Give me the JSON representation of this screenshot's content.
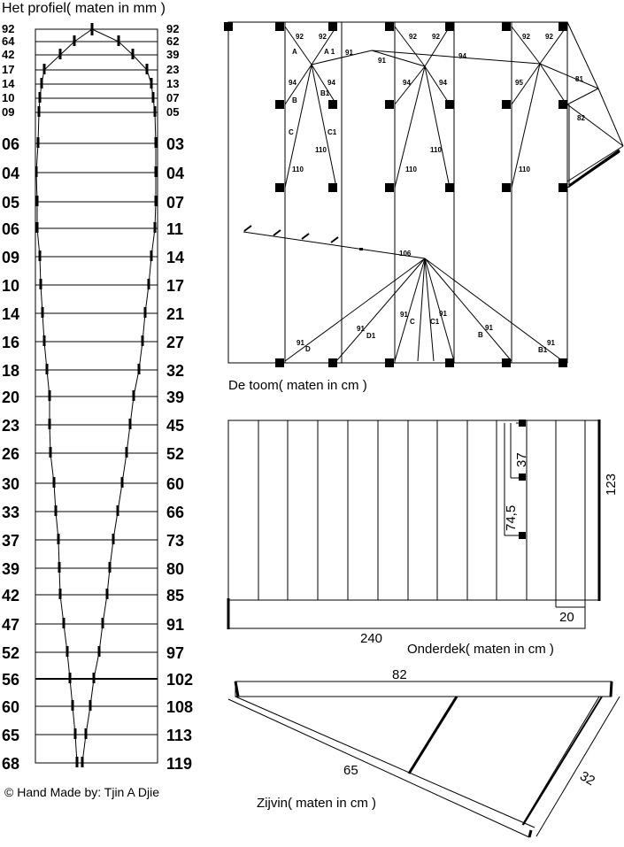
{
  "titles": {
    "profile": "Het profiel( maten in mm )",
    "toom": "De toom( maten in cm )",
    "onderdek": "Onderdek( maten in cm )",
    "zijvin": "Zijvin( maten in cm )",
    "credit": "© Hand Made by: Tjin A Djie"
  },
  "profile": {
    "left": [
      "92",
      "64",
      "42",
      "17",
      "14",
      "10",
      "09",
      "06",
      "04",
      "05",
      "06",
      "09",
      "10",
      "14",
      "16",
      "18",
      "20",
      "23",
      "26",
      "30",
      "33",
      "37",
      "39",
      "42",
      "47",
      "52",
      "56",
      "60",
      "65",
      "68"
    ],
    "right": [
      "92",
      "62",
      "39",
      "23",
      "13",
      "07",
      "05",
      "03",
      "04",
      "07",
      "11",
      "14",
      "17",
      "21",
      "27",
      "32",
      "39",
      "45",
      "52",
      "60",
      "66",
      "73",
      "80",
      "85",
      "91",
      "97",
      "102",
      "108",
      "113",
      "119"
    ]
  },
  "toom": {
    "labels": [
      "92",
      "92",
      "92",
      "92",
      "92",
      "92",
      "A",
      "A 1",
      "91",
      "91",
      "94",
      "94",
      "94",
      "94",
      "94",
      "95",
      "B",
      "B1",
      "C",
      "C1",
      "110",
      "110",
      "110",
      "110",
      "110",
      "81",
      "82",
      "106",
      "91",
      "D",
      "91",
      "D1",
      "91",
      "C",
      "91",
      "C1",
      "B",
      "91",
      "91",
      "B1"
    ]
  },
  "onderdek": {
    "dims": [
      "37",
      "74,5",
      "123",
      "20",
      "240"
    ]
  },
  "zijvin": {
    "dims": [
      "82",
      "65",
      "32"
    ]
  }
}
